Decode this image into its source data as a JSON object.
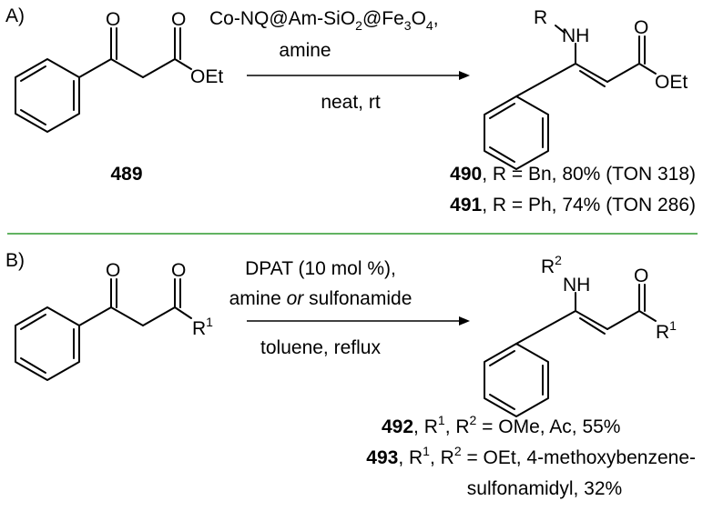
{
  "panel_a": {
    "tag": "A)",
    "reactant": {
      "atoms": {
        "o1": "O",
        "o2": "O",
        "oet": "OEt"
      },
      "compound_number": "489"
    },
    "conditions": {
      "line1_part1": "Co-NQ@Am-SiO",
      "line1_sub1": "2",
      "line1_part2": "@Fe",
      "line1_sub2": "3",
      "line1_part3": "O",
      "line1_sub3": "4",
      "line1_part4": ",",
      "line2": "amine",
      "line3": "neat, rt"
    },
    "product": {
      "atoms": {
        "r": "R",
        "nh": "NH",
        "o": "O",
        "oet": "OEt"
      }
    },
    "results": [
      {
        "num": "490",
        "text": ", R = Bn, 80% (TON 318)"
      },
      {
        "num": "491",
        "text": ", R = Ph, 74% (TON 286)"
      }
    ]
  },
  "panel_b": {
    "tag": "B)",
    "reactant": {
      "atoms": {
        "o1": "O",
        "o2": "O",
        "r": "R",
        "r_sup": "1"
      }
    },
    "conditions": {
      "line1": "DPAT (10 mol %),",
      "line2_a": "amine ",
      "line2_b": "or",
      "line2_c": " sulfonamide",
      "line3": "toluene, reflux"
    },
    "product": {
      "atoms": {
        "r": "R",
        "r_sup": "2",
        "nh": "NH",
        "o": "O",
        "r1": "R",
        "r1_sup": "1"
      }
    },
    "results": [
      {
        "num": "492",
        "p1": ", R",
        "s1": "1",
        "p2": ", R",
        "s2": "2",
        "p3": " = OMe, Ac, 55%"
      },
      {
        "num": "493",
        "p1": ", R",
        "s1": "1",
        "p2": ", R",
        "s2": "2",
        "p3": " = OEt, 4-methoxybenzene-",
        "line2": "sulfonamidyl, 32%"
      }
    ]
  },
  "colors": {
    "separator": "#2e9a2e",
    "ink": "#000000"
  }
}
